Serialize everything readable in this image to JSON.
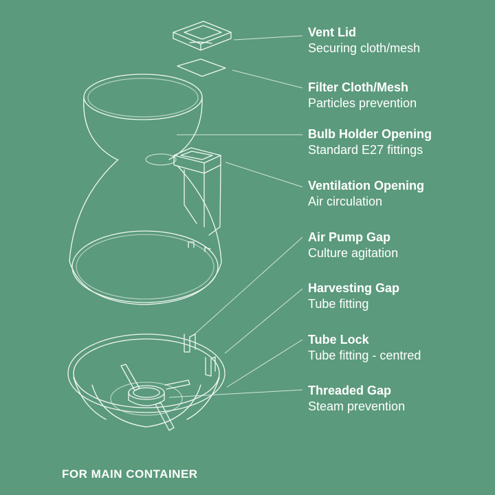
{
  "labels": [
    {
      "title": "Vent Lid",
      "subtitle": "Securing cloth/mesh"
    },
    {
      "title": "Filter Cloth/Mesh",
      "subtitle": "Particles prevention"
    },
    {
      "title": "Bulb Holder Opening",
      "subtitle": "Standard E27 fittings"
    },
    {
      "title": "Ventilation Opening",
      "subtitle": "Air circulation"
    },
    {
      "title": "Air Pump Gap",
      "subtitle": "Culture agitation"
    },
    {
      "title": "Harvesting Gap",
      "subtitle": "Tube fitting"
    },
    {
      "title": "Tube Lock",
      "subtitle": "Tube fitting - centred"
    },
    {
      "title": "Threaded Gap",
      "subtitle": "Steam prevention"
    }
  ],
  "footer": "FOR MAIN CONTAINER",
  "colors": {
    "background": "#5b9a7c",
    "line": "#ffffff"
  }
}
